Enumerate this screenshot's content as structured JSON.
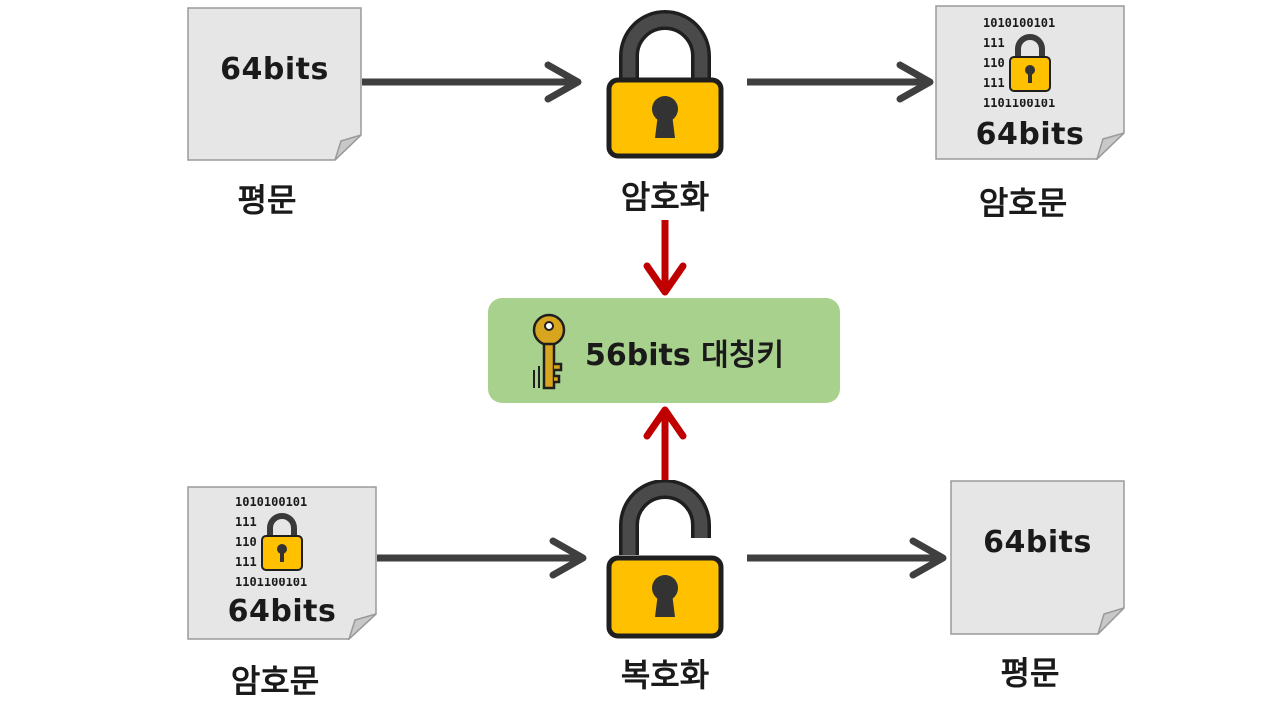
{
  "top": {
    "plaintext": {
      "bits": "64bits",
      "label": "평문"
    },
    "encrypt": {
      "label": "암호화"
    },
    "ciphertext": {
      "bits": "64bits",
      "label": "암호문"
    }
  },
  "key": {
    "text": "56bits 대칭키"
  },
  "bottom": {
    "ciphertext": {
      "bits": "64bits",
      "label": "암호문"
    },
    "decrypt": {
      "label": "복호화"
    },
    "plaintext": {
      "bits": "64bits",
      "label": "평문"
    }
  },
  "binary_rows": [
    "1010100101",
    "1110100110",
    "1100101010",
    "1110101001",
    "1101100101"
  ],
  "colors": {
    "arrow": "#3f3f3f",
    "key_arrow": "#c00000",
    "lock_body": "#ffc000",
    "shackle": "#3f3f3f",
    "doc": "#e6e6e6",
    "keybox": "#a9d18e",
    "key": "#d8a51f"
  }
}
